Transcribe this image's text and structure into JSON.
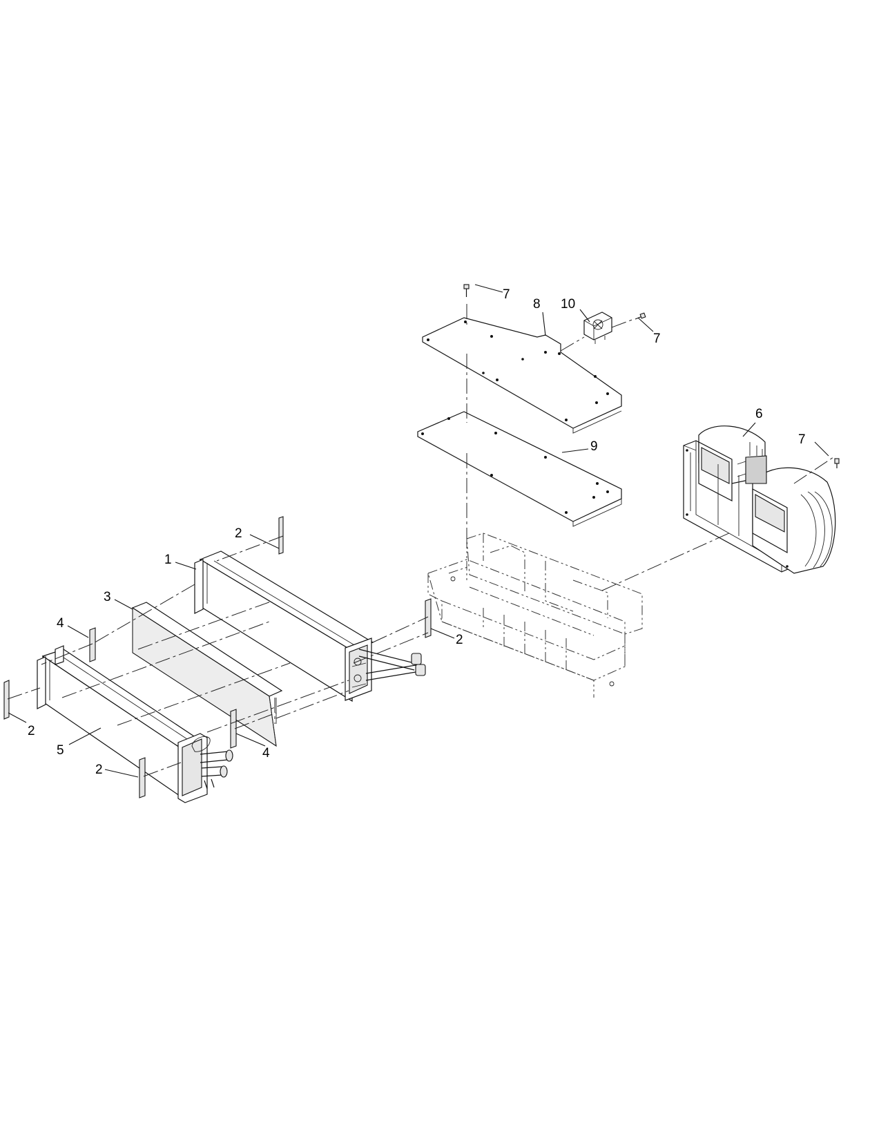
{
  "callouts": [
    {
      "id": "c7a",
      "text": "7"
    },
    {
      "id": "c8",
      "text": "8"
    },
    {
      "id": "c10",
      "text": "10"
    },
    {
      "id": "c7b",
      "text": "7"
    },
    {
      "id": "c6",
      "text": "6"
    },
    {
      "id": "c7c",
      "text": "7"
    },
    {
      "id": "c9",
      "text": "9"
    },
    {
      "id": "c2a",
      "text": "2"
    },
    {
      "id": "c1",
      "text": "1"
    },
    {
      "id": "c3",
      "text": "3"
    },
    {
      "id": "c4a",
      "text": "4"
    },
    {
      "id": "c2b",
      "text": "2"
    },
    {
      "id": "c2c",
      "text": "2"
    },
    {
      "id": "c5",
      "text": "5"
    },
    {
      "id": "c4b",
      "text": "4"
    },
    {
      "id": "c2d",
      "text": "2"
    }
  ]
}
